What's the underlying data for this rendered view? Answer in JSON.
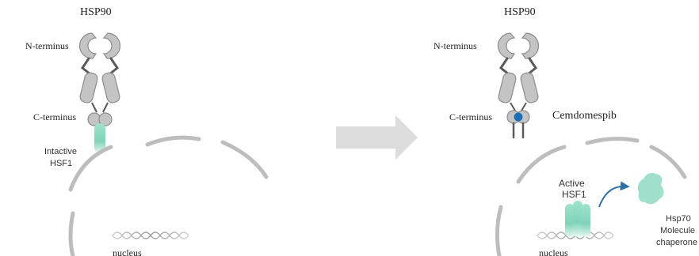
{
  "left_panel": {
    "title": "HSP90",
    "n_terminus": "N-terminus",
    "c_terminus": "C-terminus",
    "hsf1_state": "Intactive",
    "hsf1_name": "HSF1",
    "nucleus": "nucleus"
  },
  "right_panel": {
    "title": "HSP90",
    "n_terminus": "N-terminus",
    "c_terminus": "C-terminus",
    "drug": "Cemdomespib",
    "hsf1_state": "Active",
    "hsf1_name": "HSF1",
    "hsp70": "Hsp70",
    "hsp70_line2": "Molecule",
    "hsp70_line3": "chaperone",
    "nucleus": "nucleus"
  },
  "colors": {
    "protein_fill": "#c4c4c4",
    "protein_stroke": "#8c8c8c",
    "hsf1": "#7fd3b8",
    "drug_dot": "#1c6fb5",
    "arrow": "#dcdcdc",
    "curved_arrow": "#2f6fa8"
  }
}
